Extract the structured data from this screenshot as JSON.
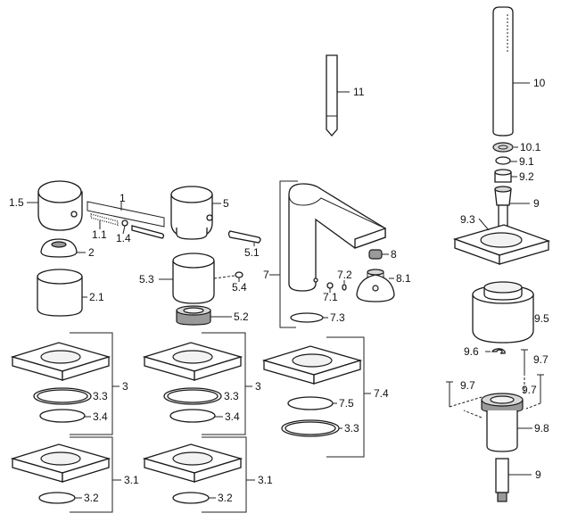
{
  "diagram": {
    "labels": {
      "l1": "1",
      "l1_1": "1.1",
      "l1_4": "1.4",
      "l1_5": "1.5",
      "l2": "2",
      "l2_1": "2.1",
      "l3a": "3",
      "l3b": "3",
      "l3_1a": "3.1",
      "l3_1b": "3.1",
      "l3_2a": "3.2",
      "l3_2b": "3.2",
      "l3_3a": "3.3",
      "l3_3b": "3.3",
      "l3_3c": "3.3",
      "l3_4a": "3.4",
      "l3_4b": "3.4",
      "l5": "5",
      "l5_1": "5.1",
      "l5_2": "5.2",
      "l5_3": "5.3",
      "l5_4": "5.4",
      "l7": "7",
      "l7_1": "7.1",
      "l7_2": "7.2",
      "l7_3": "7.3",
      "l7_4": "7.4",
      "l7_5": "7.5",
      "l8": "8",
      "l8_1": "8.1",
      "l9a": "9",
      "l9b": "9",
      "l9_1": "9.1",
      "l9_2": "9.2",
      "l9_3": "9.3",
      "l9_5": "9.5",
      "l9_6": "9.6",
      "l9_7a": "9.7",
      "l9_7b": "9.7",
      "l9_7c": "9.7",
      "l9_8": "9.8",
      "l10": "10",
      "l10_1": "10.1",
      "l11": "11"
    }
  }
}
